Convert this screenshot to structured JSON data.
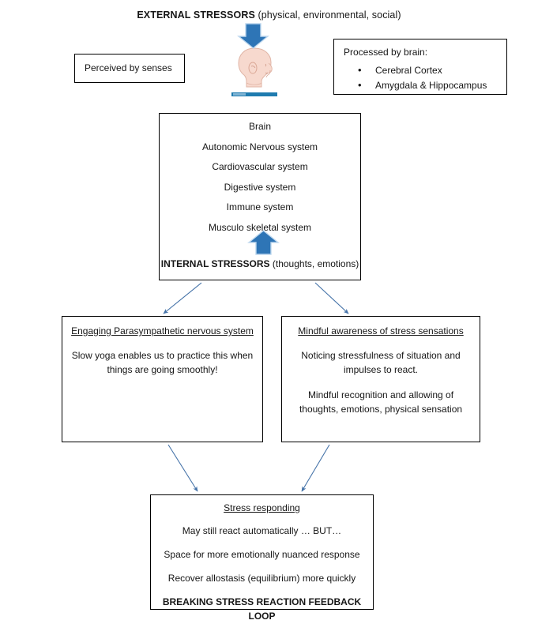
{
  "diagram": {
    "title_bold": "EXTERNAL STRESSORS",
    "title_rest": " (physical, environmental, social)",
    "colors": {
      "arrow_blue": "#2E75B6",
      "connector_blue": "#4472A8",
      "caption_bar": "#1F7BAF",
      "box_border": "#000000",
      "skin": "#F7D9CE"
    },
    "perceived_box": {
      "text": "Perceived by senses"
    },
    "head_figure": {
      "icon": "human-head-profile-icon"
    },
    "processed_box": {
      "heading": "Processed by brain:",
      "items": [
        "Cerebral Cortex",
        "Amygdala & Hippocampus"
      ]
    },
    "central_box": {
      "systems": [
        "Brain",
        "Autonomic Nervous system",
        "Cardiovascular system",
        "Digestive system",
        "Immune system",
        "Musculo skeletal system"
      ],
      "internal_bold": "INTERNAL STRESSORS",
      "internal_rest": " (thoughts, emotions)"
    },
    "parasympathetic_box": {
      "heading": "Engaging Parasympathetic nervous system",
      "body": "Slow yoga enables us to practice this when things are going smoothly!"
    },
    "mindful_box": {
      "heading": "Mindful awareness of stress sensations",
      "para1": "Noticing stressfulness of situation and impulses to react.",
      "para2": "Mindful recognition and allowing of thoughts, emotions, physical sensation"
    },
    "response_box": {
      "heading": "Stress responding",
      "line1": "May still react automatically … BUT…",
      "line2": "Space for more emotionally nuanced response",
      "line3": "Recover allostasis (equilibrium) more quickly",
      "line4": "BREAKING STRESS REACTION FEEDBACK LOOP"
    }
  }
}
